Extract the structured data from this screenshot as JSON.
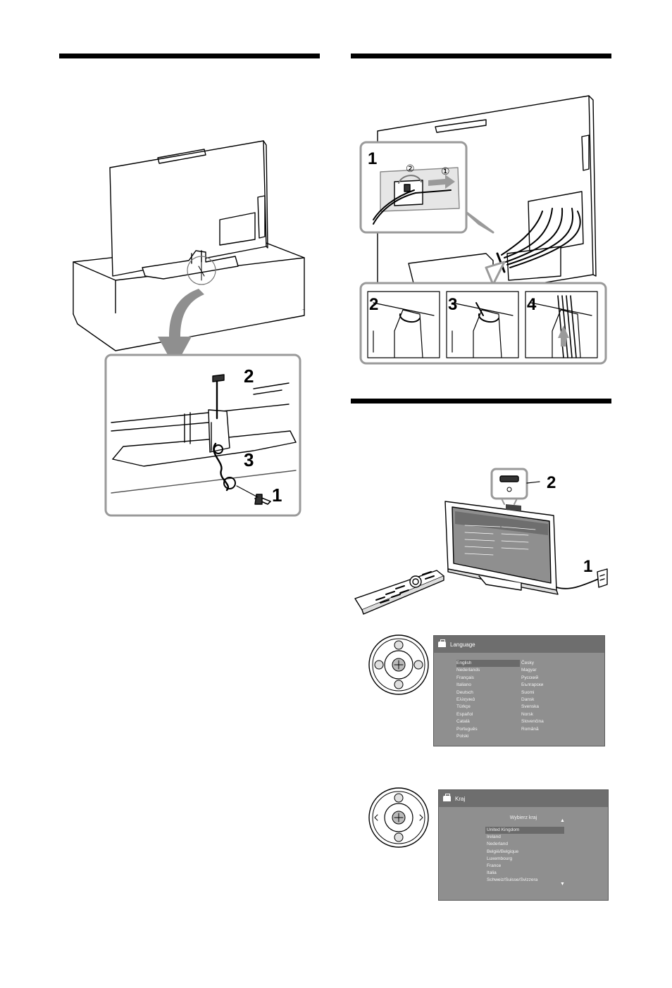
{
  "step_numbers": {
    "stand_screw_1": "1",
    "stand_screw_2": "2",
    "stand_screw_3": "3",
    "cable_1": "1",
    "cable_2": "2",
    "cable_3": "3",
    "cable_4": "4",
    "cable_circle_1": "①",
    "cable_circle_2": "②",
    "power_1": "1",
    "power_2": "2"
  },
  "language_screen": {
    "title": "Language",
    "left_column": [
      "English",
      "Nederlands",
      "Français",
      "Italiano",
      "Deutsch",
      "Ελληνικά",
      "Türkçe",
      "Español",
      "Català",
      "Português",
      "Polski"
    ],
    "right_column": [
      "Česky",
      "Magyar",
      "Русский",
      "Български",
      "Suomi",
      "Dansk",
      "Svenska",
      "Norsk",
      "Slovenčina",
      "Română"
    ],
    "selected": "English"
  },
  "country_screen": {
    "title": "Kraj",
    "heading": "Wybierz kraj",
    "items": [
      "United Kingdom",
      "Ireland",
      "Nederland",
      "België/Belgique",
      "Luxembourg",
      "France",
      "Italia",
      "Schweiz/Suisse/Svizzera"
    ],
    "selected": "United Kingdom"
  },
  "colors": {
    "line": "#000000",
    "frame": "#8a8a8a",
    "screen_bg": "#8f8f8f",
    "screen_title": "#6e6e6e",
    "highlight": "#6a6a6a",
    "panel_fill": "#e6e6e6",
    "arrow": "#9a9a9a"
  }
}
